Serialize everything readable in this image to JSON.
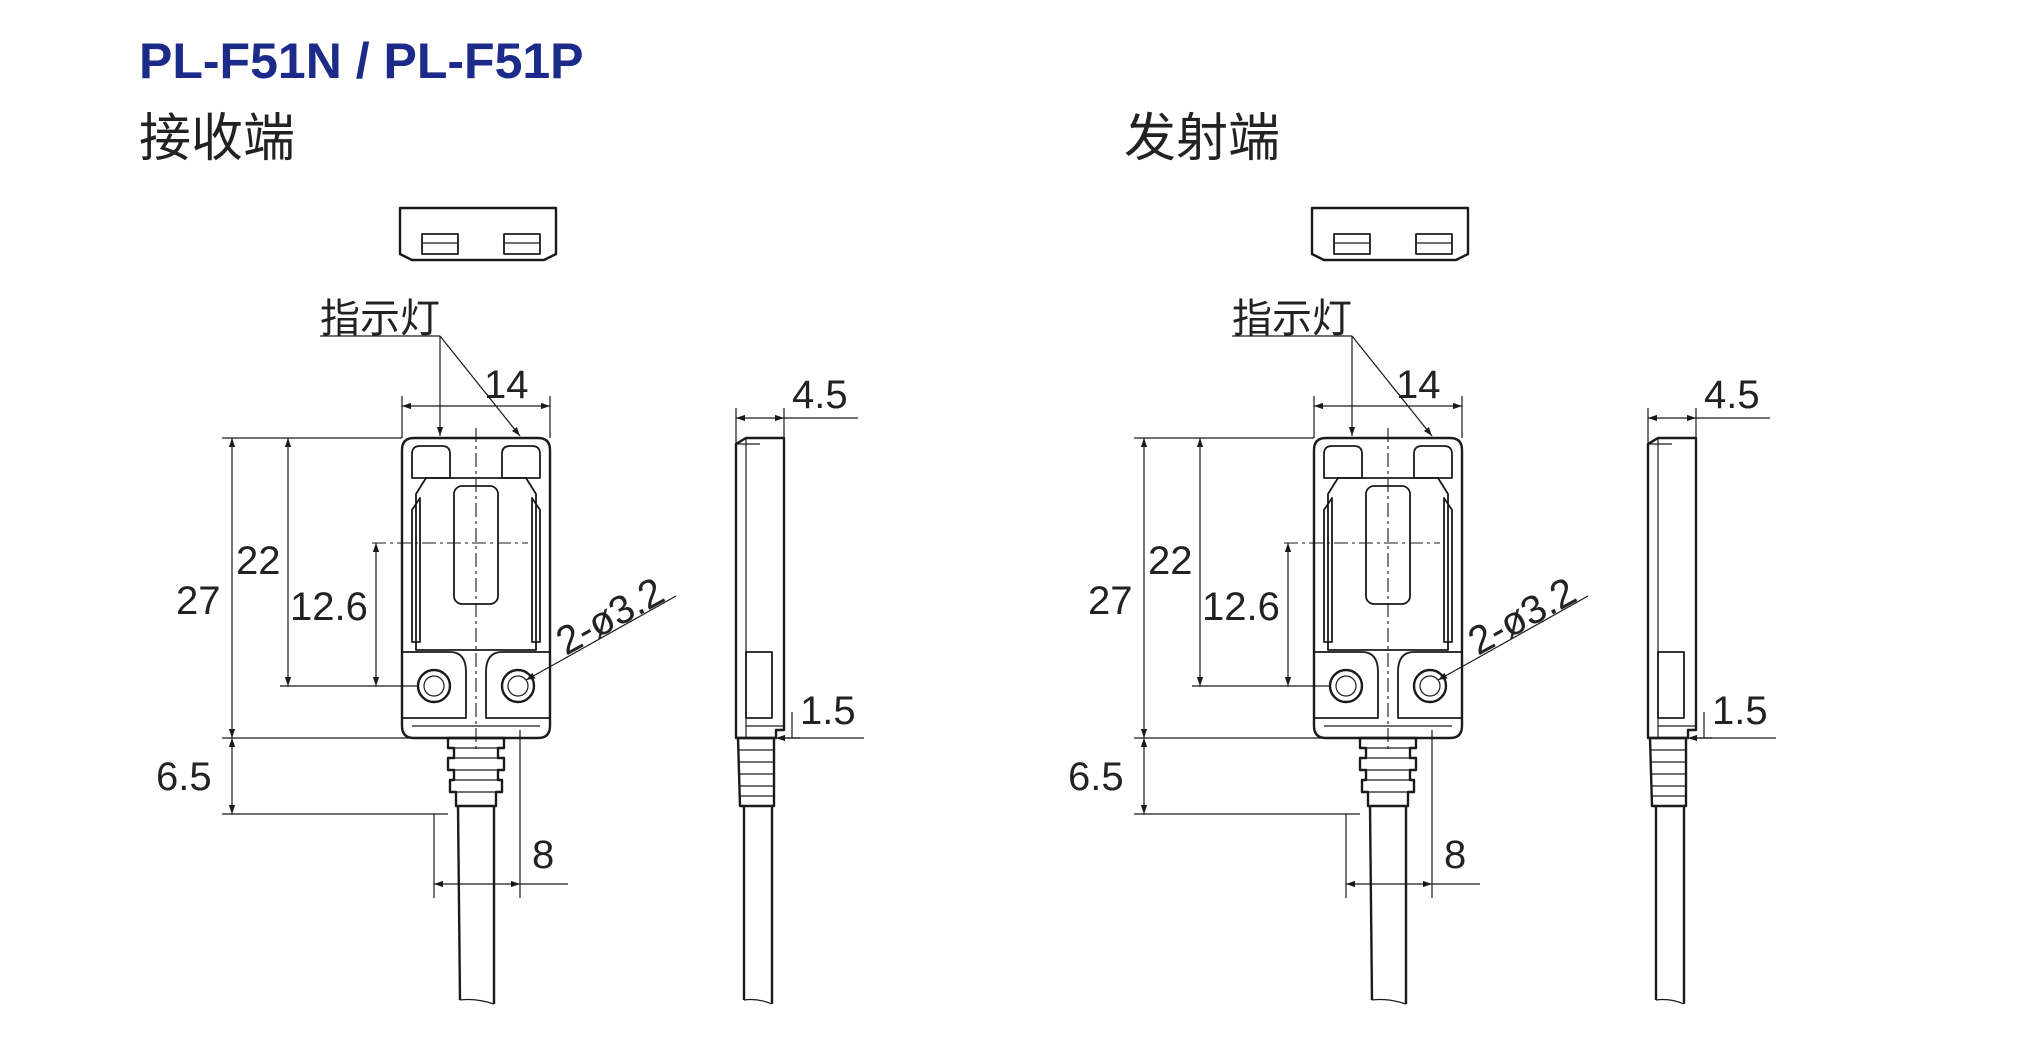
{
  "title": "PL-F51N / PL-F51P",
  "views": [
    {
      "heading": "接收端",
      "indicator_label": "指示灯",
      "dims": {
        "width": "14",
        "thickness": "4.5",
        "height": "27",
        "hole_pitch": "22",
        "center_height": "12.6",
        "holes": "2-ø3.2",
        "cable_boot": "6.5",
        "cable_width": "8",
        "step": "1.5"
      }
    },
    {
      "heading": "发射端",
      "indicator_label": "指示灯",
      "dims": {
        "width": "14",
        "thickness": "4.5",
        "height": "27",
        "hole_pitch": "22",
        "center_height": "12.6",
        "holes": "2-ø3.2",
        "cable_boot": "6.5",
        "cable_width": "8",
        "step": "1.5"
      }
    }
  ]
}
